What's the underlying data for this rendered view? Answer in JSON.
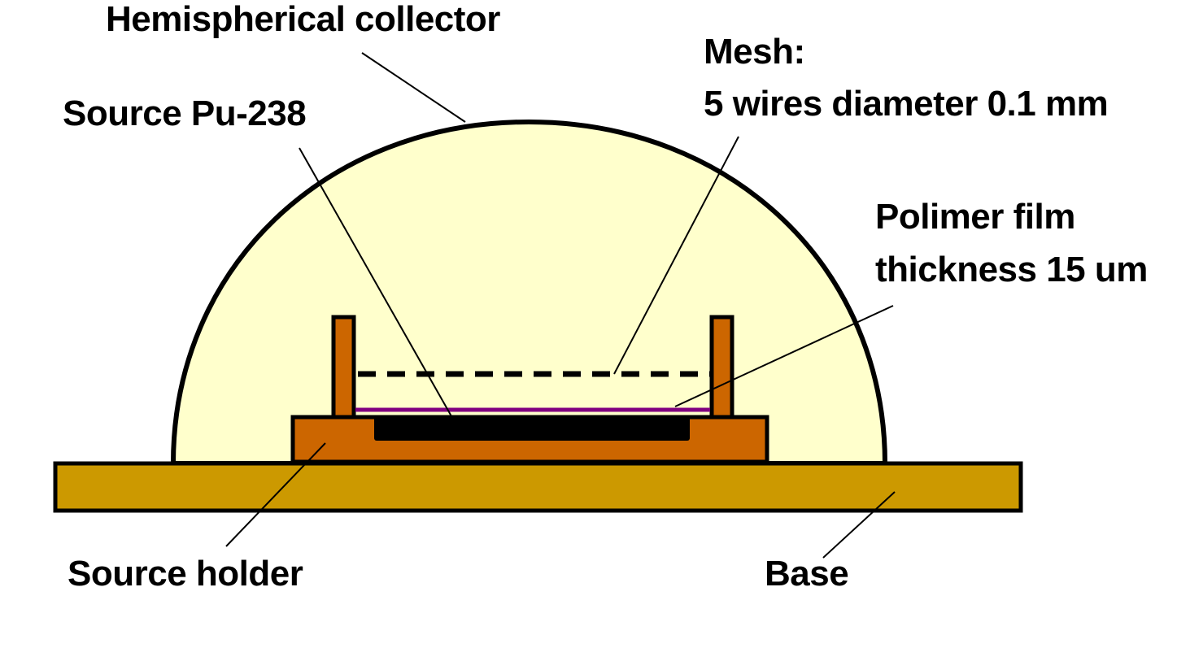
{
  "diagram": {
    "labels": {
      "collector": "Hemispherical collector",
      "source": "Source Pu-238",
      "mesh_line1": "Mesh:",
      "mesh_line2": "5 wires diameter 0.1 mm",
      "film_line1": "Polimer film",
      "film_line2": "thickness 15 um",
      "holder": "Source holder",
      "base": "Base"
    },
    "components": [
      {
        "name": "Hemispherical collector",
        "color": "#FFFFCC"
      },
      {
        "name": "Source holder",
        "color": "#CC6600"
      },
      {
        "name": "Base",
        "color": "#CC9900"
      },
      {
        "name": "Source Pu-238",
        "color": "#000000"
      },
      {
        "name": "Polimer film",
        "color": "#800080"
      },
      {
        "name": "Mesh",
        "color": "#000000",
        "style": "dashed"
      }
    ]
  }
}
